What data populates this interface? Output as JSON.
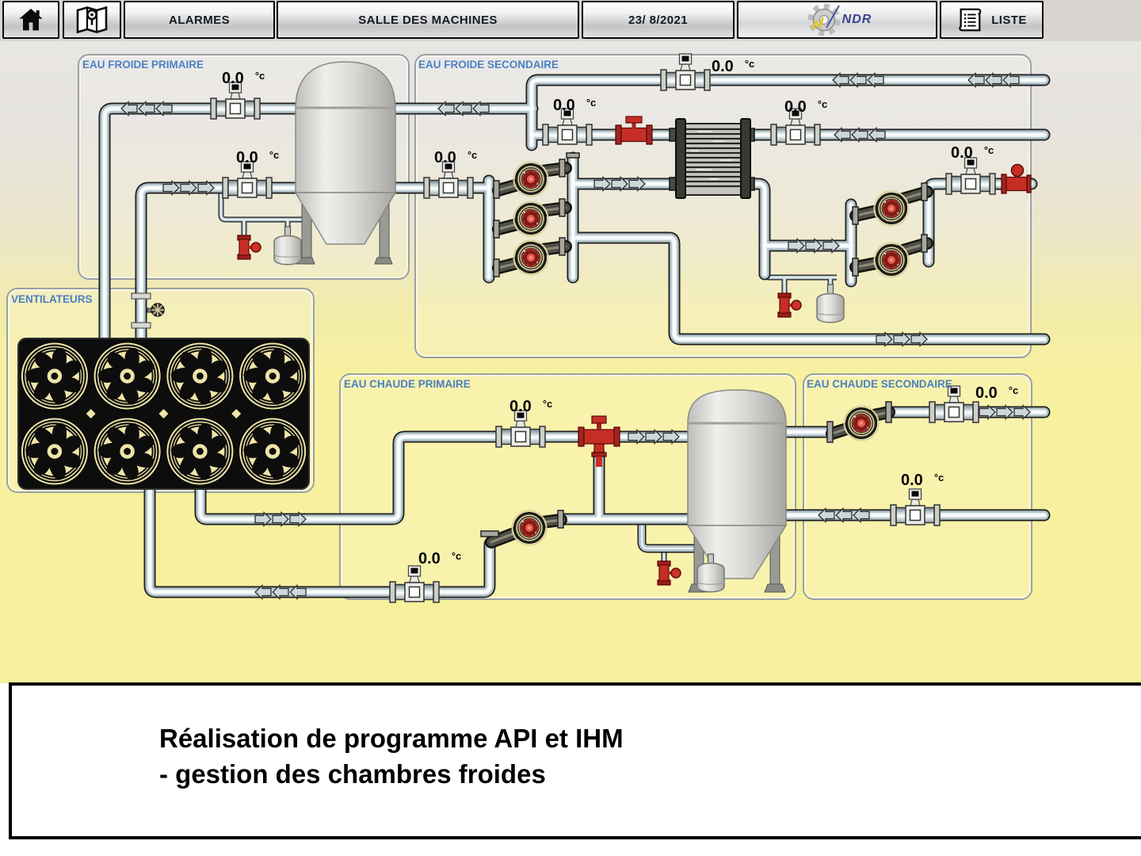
{
  "header": {
    "buttons": {
      "alarms": "ALARMES",
      "room": "SALLE DES MACHINES",
      "date": "23/ 8/2021",
      "logo_text": "NDR",
      "liste": "LISTE"
    }
  },
  "panels": {
    "efp": {
      "title": "EAU FROIDE PRIMAIRE"
    },
    "efs": {
      "title": "EAU FROIDE SECONDAIRE"
    },
    "vent": {
      "title": "VENTILATEURS"
    },
    "ecp": {
      "title": "EAU CHAUDE PRIMAIRE"
    },
    "ecs": {
      "title": "EAU CHAUDE SECONDAIRE"
    }
  },
  "sensors": [
    {
      "id": "efp-return",
      "value": "0.0",
      "unit": "°c"
    },
    {
      "id": "efp-supply",
      "value": "0.0",
      "unit": "°c"
    },
    {
      "id": "efs-supply",
      "value": "0.0",
      "unit": "°c"
    },
    {
      "id": "efs-top",
      "value": "0.0",
      "unit": "°c"
    },
    {
      "id": "efs-exchanger-in",
      "value": "0.0",
      "unit": "°c"
    },
    {
      "id": "efs-exchanger-out",
      "value": "0.0",
      "unit": "°c"
    },
    {
      "id": "efs-secondary",
      "value": "0.0",
      "unit": "°c"
    },
    {
      "id": "ecp-supply",
      "value": "0.0",
      "unit": "°c"
    },
    {
      "id": "ecp-return",
      "value": "0.0",
      "unit": "°c"
    },
    {
      "id": "ecs-supply",
      "value": "0.0",
      "unit": "°c"
    },
    {
      "id": "ecs-return",
      "value": "0.0",
      "unit": "°c"
    }
  ],
  "footer": {
    "line1": "Réalisation de programme API et IHM",
    "line2": "- gestion des chambres froides"
  },
  "colors": {
    "title_blue": "#4a80c4",
    "valve_red": "#c62d24",
    "pump_red": "#b03028",
    "background_yellow": "#f7f09e",
    "background_gray": "#e8e6e3",
    "fan_cream": "#efe5a8"
  }
}
